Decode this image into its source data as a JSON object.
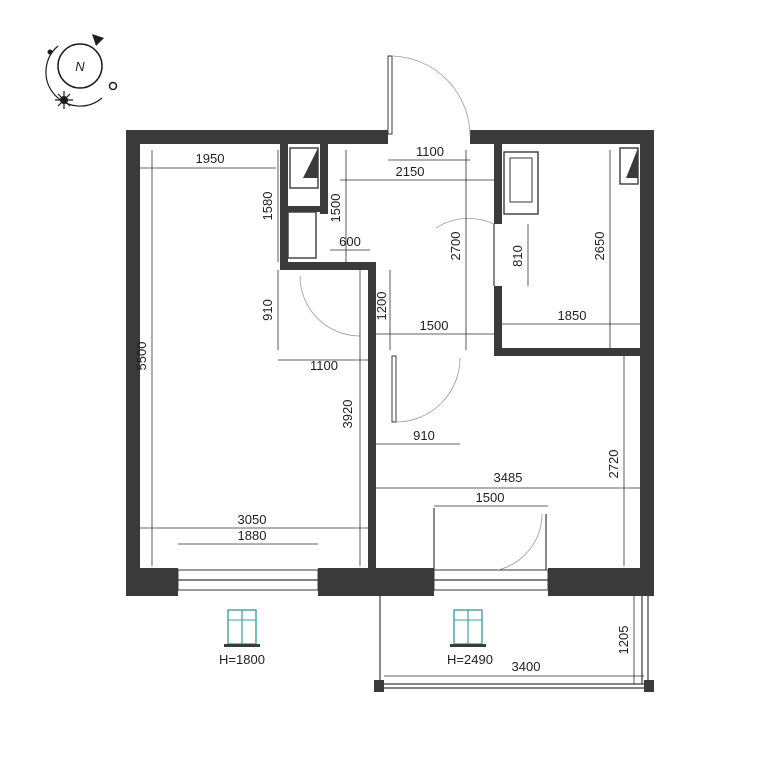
{
  "compass": {
    "north_label": "N"
  },
  "dimensions": {
    "d1950": "1950",
    "d1100_top": "1100",
    "d2150": "2150",
    "d1580": "1580",
    "d1500_v": "1500",
    "d600": "600",
    "d2700": "2700",
    "d810": "810",
    "d2650": "2650",
    "d910_v": "910",
    "d1200": "1200",
    "d1500_h": "1500",
    "d1850": "1850",
    "d5500": "5500",
    "d1100_mid": "1100",
    "d3920": "3920",
    "d910_h": "910",
    "d2720": "2720",
    "d3485": "3485",
    "d1500_bottom": "1500",
    "d3050": "3050",
    "d1880": "1880",
    "d1205": "1205",
    "d3400": "3400"
  },
  "windows": {
    "left_height": "H=1800",
    "right_height": "H=2490"
  },
  "colors": {
    "wall": "#3a3a3a",
    "window_icon": "#3aa3a3"
  }
}
